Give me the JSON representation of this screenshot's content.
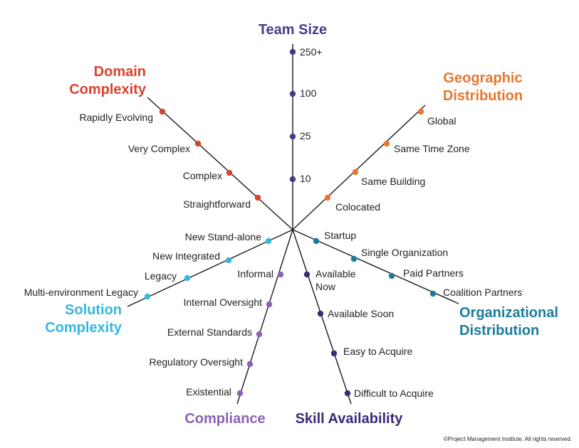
{
  "copyright": "©Project Management Institute. All rights reserved.",
  "axes": [
    {
      "id": "team-size",
      "color": "#4a3a8c",
      "title": [
        "Team Size"
      ],
      "points": [
        "10",
        "25",
        "100",
        "250+"
      ]
    },
    {
      "id": "geographic-distribution",
      "color": "#e8762c",
      "title": [
        "Geographic",
        "Distribution"
      ],
      "points": [
        "Colocated",
        "Same Building",
        "Same Time Zone",
        "Global"
      ]
    },
    {
      "id": "organizational-distribution",
      "color": "#1a7d9a",
      "title": [
        "Organizational",
        "Distribution"
      ],
      "points": [
        "Startup",
        "Single Organization",
        "Paid Partners",
        "Coalition Partners"
      ]
    },
    {
      "id": "skill-availability",
      "color": "#3b2a7a",
      "title": [
        "Skill Availability"
      ],
      "points": [
        "Available Now",
        "Available Soon",
        "Easy to Acquire",
        "Difficult to Acquire"
      ]
    },
    {
      "id": "compliance",
      "color": "#8a62b3",
      "title": [
        "Compliance"
      ],
      "points": [
        "Informal",
        "Internal Oversight",
        "External Standards",
        "Regulatory Oversight",
        "Existential"
      ]
    },
    {
      "id": "solution-complexity",
      "color": "#35b8e0",
      "title": [
        "Solution",
        "Complexity"
      ],
      "points": [
        "New Stand-alone",
        "New Integrated",
        "Legacy",
        "Multi-environment Legacy"
      ]
    },
    {
      "id": "domain-complexity",
      "color": "#d8432e",
      "title": [
        "Domain",
        "Complexity"
      ],
      "points": [
        "Straightforward",
        "Complex",
        "Very Complex",
        "Rapidly Evolving"
      ]
    }
  ]
}
